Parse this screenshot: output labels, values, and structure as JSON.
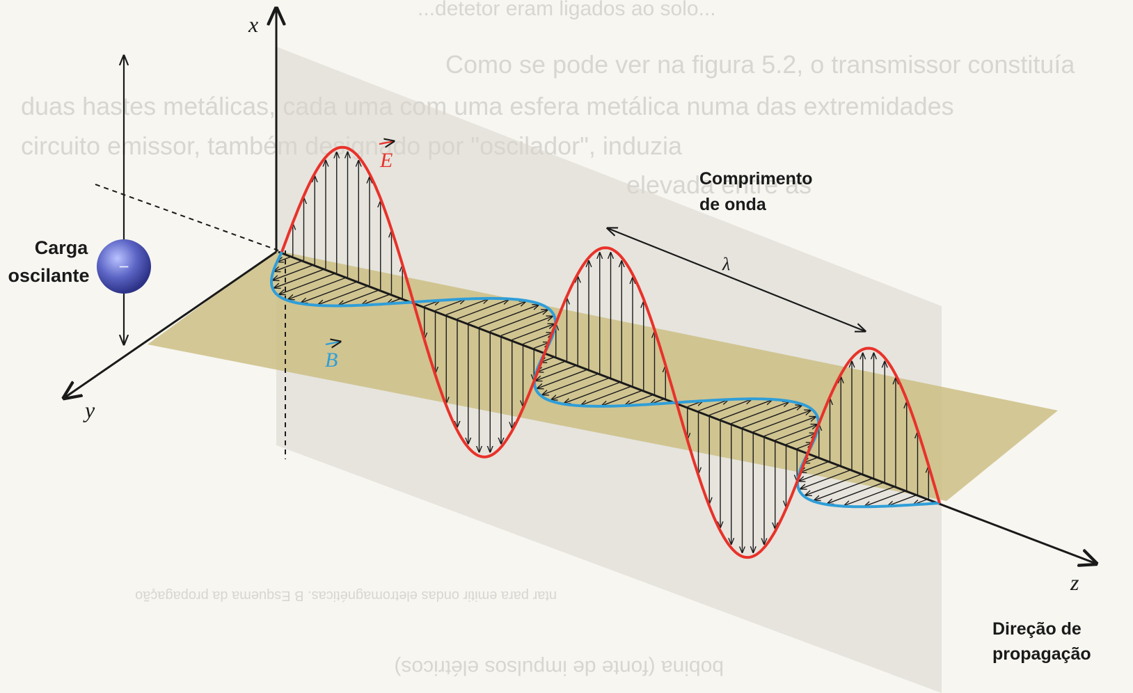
{
  "labels": {
    "axis_x": "x",
    "axis_y": "y",
    "axis_z": "z",
    "field_e": "E",
    "field_b": "B",
    "charge_line1": "Carga",
    "charge_line2": "oscilante",
    "charge_sign": "−",
    "wavelength_line1": "Comprimento",
    "wavelength_line2": "de onda",
    "lambda": "λ",
    "direction_line1": "Direção de",
    "direction_line2": "propagação"
  },
  "background_text": {
    "line1": "...detetor eram ligados ao solo...",
    "line2": "Como se pode ver na figura 5.2, o transmissor constituía",
    "line3": "duas hastes metálicas, cada uma com uma esfera metálica numa das extremidades",
    "line4": "circuito emissor, também designado por \"oscilador\", induzia",
    "line5": "elevada entre as",
    "line6": "ntar para emitir ondas eletromagnéticas. B Esquema da propagação",
    "line7": "bobina (fonte de impulsos elétricos)"
  },
  "colors": {
    "e_field": "#e8322a",
    "b_field": "#2f9ed8",
    "charge": "#5b64c4",
    "vertical_plane": "#d8d6cc",
    "horizontal_plane": "#c9bc7e",
    "axis": "#1a1a1a"
  }
}
